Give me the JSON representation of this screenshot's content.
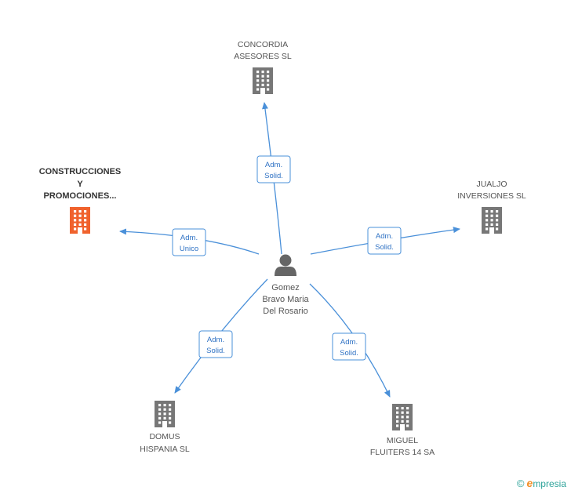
{
  "center": {
    "lines": [
      "Gomez",
      "Bravo Maria",
      "Del Rosario"
    ],
    "icon": "person-icon"
  },
  "nodes": [
    {
      "id": "concordia",
      "lines": [
        "CONCORDIA",
        "ASESORES  SL"
      ],
      "icon": "building-icon",
      "color": "#777777",
      "highlight": false
    },
    {
      "id": "construcciones",
      "lines": [
        "CONSTRUCCIONES",
        "Y",
        "PROMOCIONES..."
      ],
      "icon": "building-icon",
      "color": "#f0622d",
      "highlight": true
    },
    {
      "id": "jualjo",
      "lines": [
        "JUALJO",
        "INVERSIONES SL"
      ],
      "icon": "building-icon",
      "color": "#777777",
      "highlight": false
    },
    {
      "id": "domus",
      "lines": [
        "DOMUS",
        "HISPANIA SL"
      ],
      "icon": "building-icon",
      "color": "#777777",
      "highlight": false
    },
    {
      "id": "miguel",
      "lines": [
        "MIGUEL",
        "FLUITERS 14 SA"
      ],
      "icon": "building-icon",
      "color": "#777777",
      "highlight": false
    }
  ],
  "edges": [
    {
      "to": "concordia",
      "label": [
        "Adm.",
        "Solid."
      ]
    },
    {
      "to": "construcciones",
      "label": [
        "Adm.",
        "Unico"
      ]
    },
    {
      "to": "jualjo",
      "label": [
        "Adm.",
        "Solid."
      ]
    },
    {
      "to": "domus",
      "label": [
        "Adm.",
        "Solid."
      ]
    },
    {
      "to": "miguel",
      "label": [
        "Adm.",
        "Solid."
      ]
    }
  ],
  "colors": {
    "edge": "#4a90d9",
    "building": "#777777",
    "highlight": "#f0622d",
    "person": "#666666"
  },
  "watermark": {
    "copyright": "©",
    "initial": "e",
    "rest": "mpresia"
  }
}
